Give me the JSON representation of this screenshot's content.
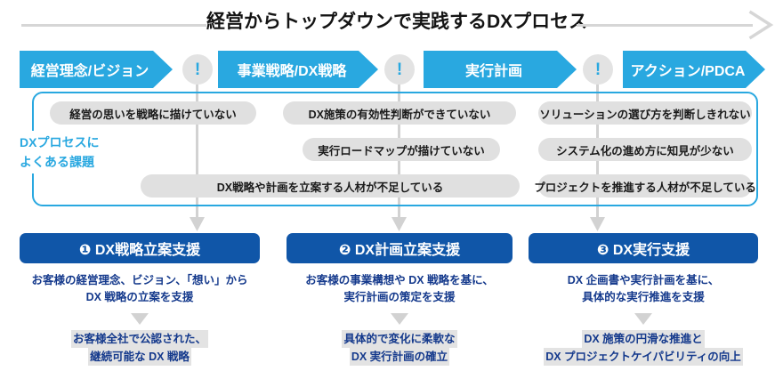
{
  "header": {
    "title": "経営からトップダウンで実践するDXプロセス",
    "arrow_icon": "right-arrow-icon",
    "colors": {
      "line": "#d6d6d6",
      "title_text": "#141414"
    }
  },
  "stages": {
    "accent_color": "#29a8e0",
    "items": [
      {
        "label": "経営理念/ビジョン"
      },
      {
        "label": "事業戦略/DX戦略"
      },
      {
        "label": "実行計画"
      },
      {
        "label": "アクション/PDCA"
      }
    ],
    "alert_markers": [
      {
        "glyph": "!"
      },
      {
        "glyph": "!"
      },
      {
        "glyph": "!"
      }
    ]
  },
  "issues": {
    "label_line1": "DXプロセスに",
    "label_line2": "よくある課題",
    "label_color": "#29a8e0",
    "border_color": "#29a8e0",
    "pill_color": "#e0e0e0",
    "pills": {
      "r1c1": "経営の思いを戦略に描けていない",
      "r1c2": "DX施策の有効性判断ができていない",
      "r1c3": "ソリューションの選び方を判断しきれない",
      "r2c2": "実行ロードマップが描けていない",
      "r2c3": "システム化の進め方に知見が少ない",
      "r3wide": "DX戦略や計画を立案する人材が不足している",
      "r3c3": "プロジェクトを推進する人材が不足している"
    }
  },
  "services": {
    "header_color": "#1056a8",
    "text_color": "#14398c",
    "highlight_color": "#e3e3e3",
    "items": [
      {
        "header": "❶ DX戦略立案支援",
        "desc_line1": "お客様の経営理念、ビジョン、「想い」から",
        "desc_line2": "DX 戦略の立案を支援",
        "outcome_line1": "お客様全社で公認された、",
        "outcome_line2": "継続可能な DX 戦略"
      },
      {
        "header": "❷ DX計画立案支援",
        "desc_line1": "お客様の事業構想や DX 戦略を基に、",
        "desc_line2": "実行計画の策定を支援",
        "outcome_line1": "具体的で変化に柔軟な",
        "outcome_line2": "DX 実行計画の確立"
      },
      {
        "header": "❸ DX実行支援",
        "desc_line1": "DX 企画書や実行計画を基に、",
        "desc_line2": "具体的な実行推進を支援",
        "outcome_line1": "DX 施策の円滑な推進と",
        "outcome_line2": "DX プロジェクトケイパビリティの向上"
      }
    ]
  }
}
